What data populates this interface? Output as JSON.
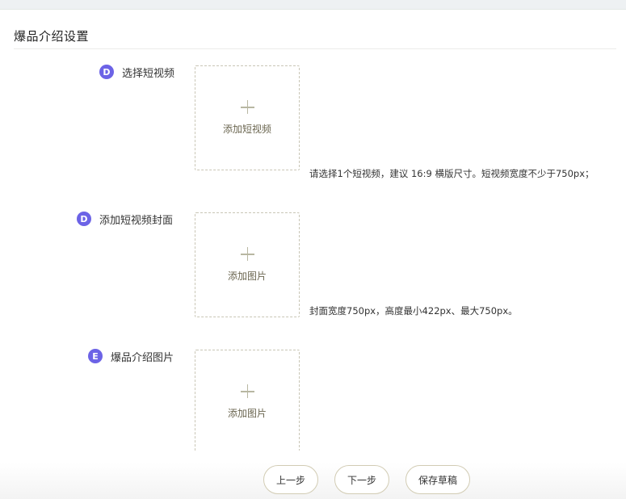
{
  "page": {
    "title": "爆品介绍设置"
  },
  "colors": {
    "badge": "#6c63e6",
    "dashed_border": "#c9c6b6",
    "plus": "#b8b7a2",
    "button_border": "#d2ccb4"
  },
  "rows": [
    {
      "badge": "D",
      "label": "选择短视频",
      "uploader_icon": "plus-icon",
      "uploader_label": "添加短视频",
      "hint": "请选择1个短视频，建议 16:9 横版尺寸。短视频宽度不少于750px；"
    },
    {
      "badge": "D",
      "label": "添加短视频封面",
      "uploader_icon": "plus-icon",
      "uploader_label": "添加图片",
      "hint": "封面宽度750px，高度最小422px、最大750px。"
    },
    {
      "badge": "E",
      "label": "爆品介绍图片",
      "uploader_icon": "plus-icon",
      "uploader_label": "添加图片"
    }
  ],
  "footer": {
    "prev_label": "上一步",
    "next_label": "下一步",
    "save_draft_label": "保存草稿"
  }
}
